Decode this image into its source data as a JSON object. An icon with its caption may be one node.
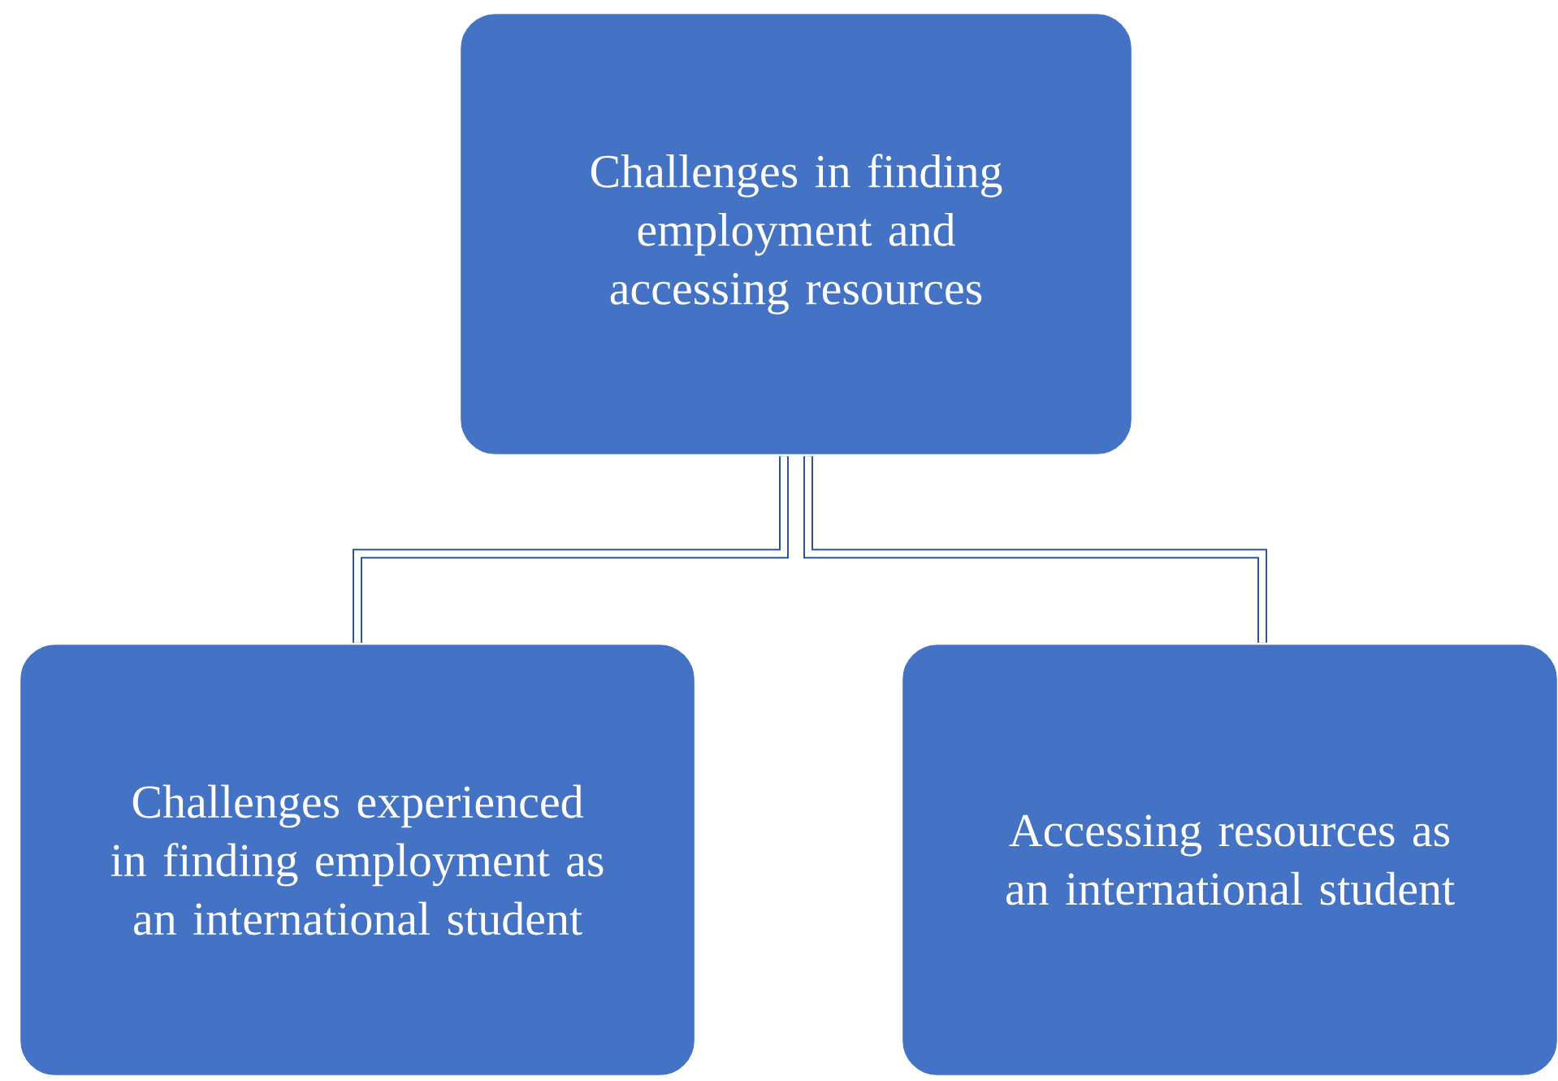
{
  "diagram": {
    "nodes": [
      {
        "text": [
          "Challenges in finding employment and accessing resources"
        ]
      },
      {
        "text": [
          "Challenges experienced in finding employment as an international student"
        ]
      },
      {
        "text": [
          "Accessing resources as an international student"
        ]
      }
    ],
    "edges": [
      {
        "from": 0,
        "to": 1,
        "arrow": "none"
      },
      {
        "from": 0,
        "to": 2,
        "arrow": "none"
      }
    ]
  }
}
